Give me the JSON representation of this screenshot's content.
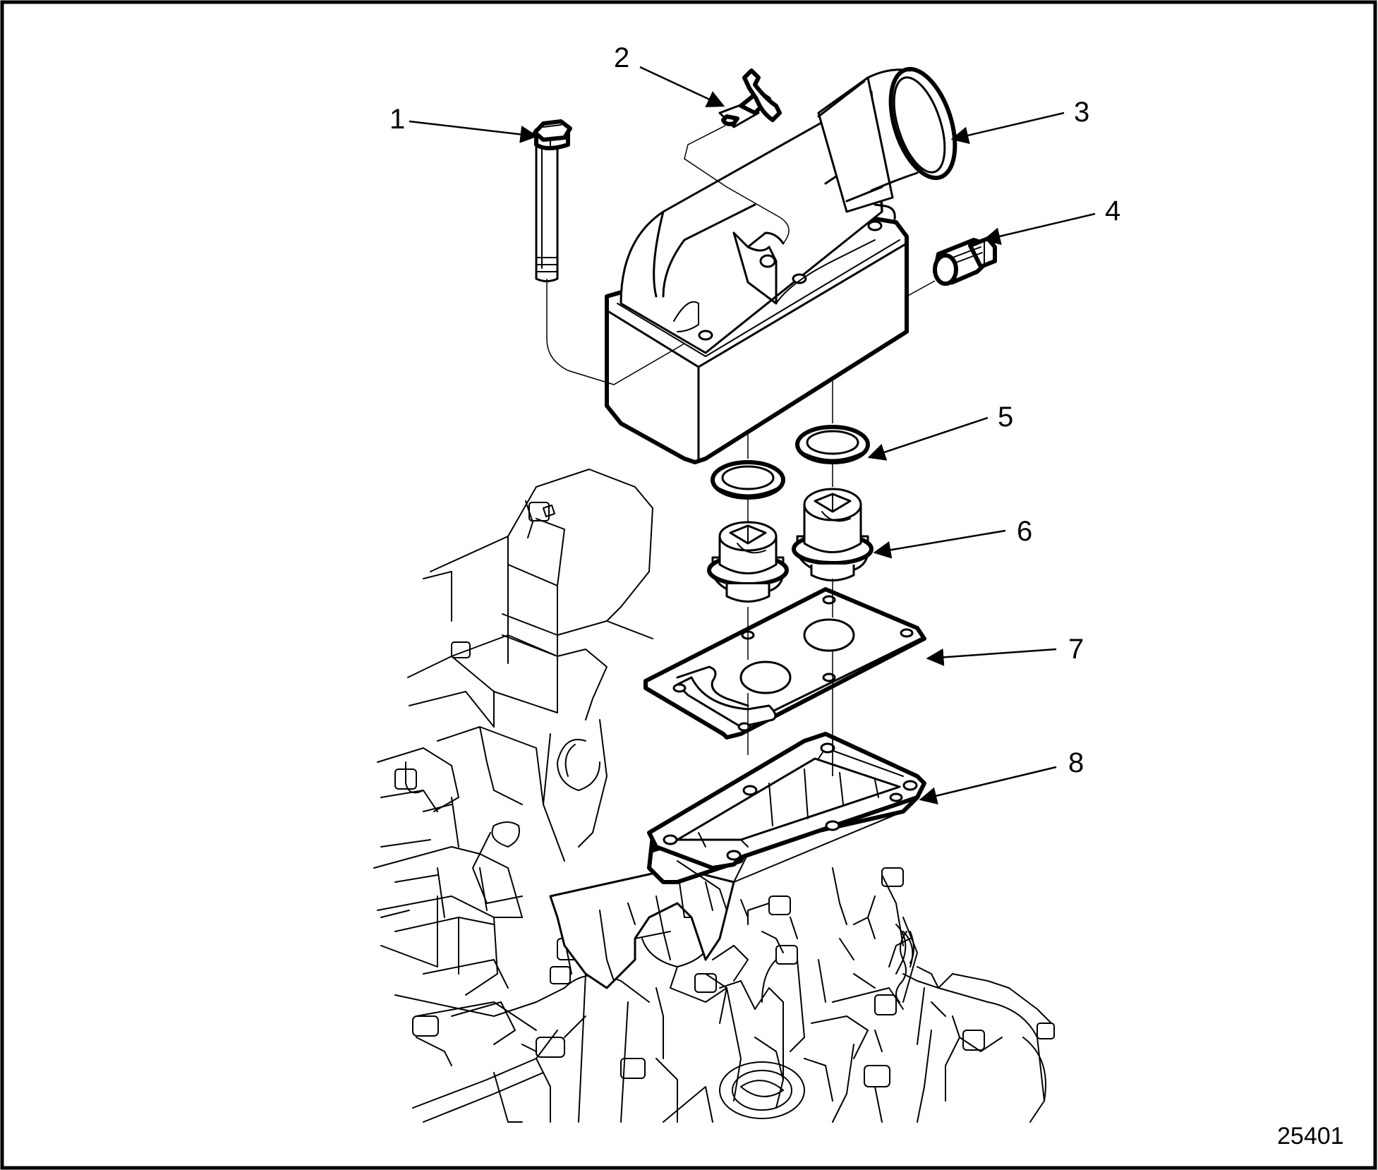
{
  "figure_number": "25401",
  "callouts": [
    {
      "number": "1"
    },
    {
      "number": "2"
    },
    {
      "number": "3"
    },
    {
      "number": "4"
    },
    {
      "number": "5"
    },
    {
      "number": "6"
    },
    {
      "number": "7"
    },
    {
      "number": "8"
    }
  ]
}
